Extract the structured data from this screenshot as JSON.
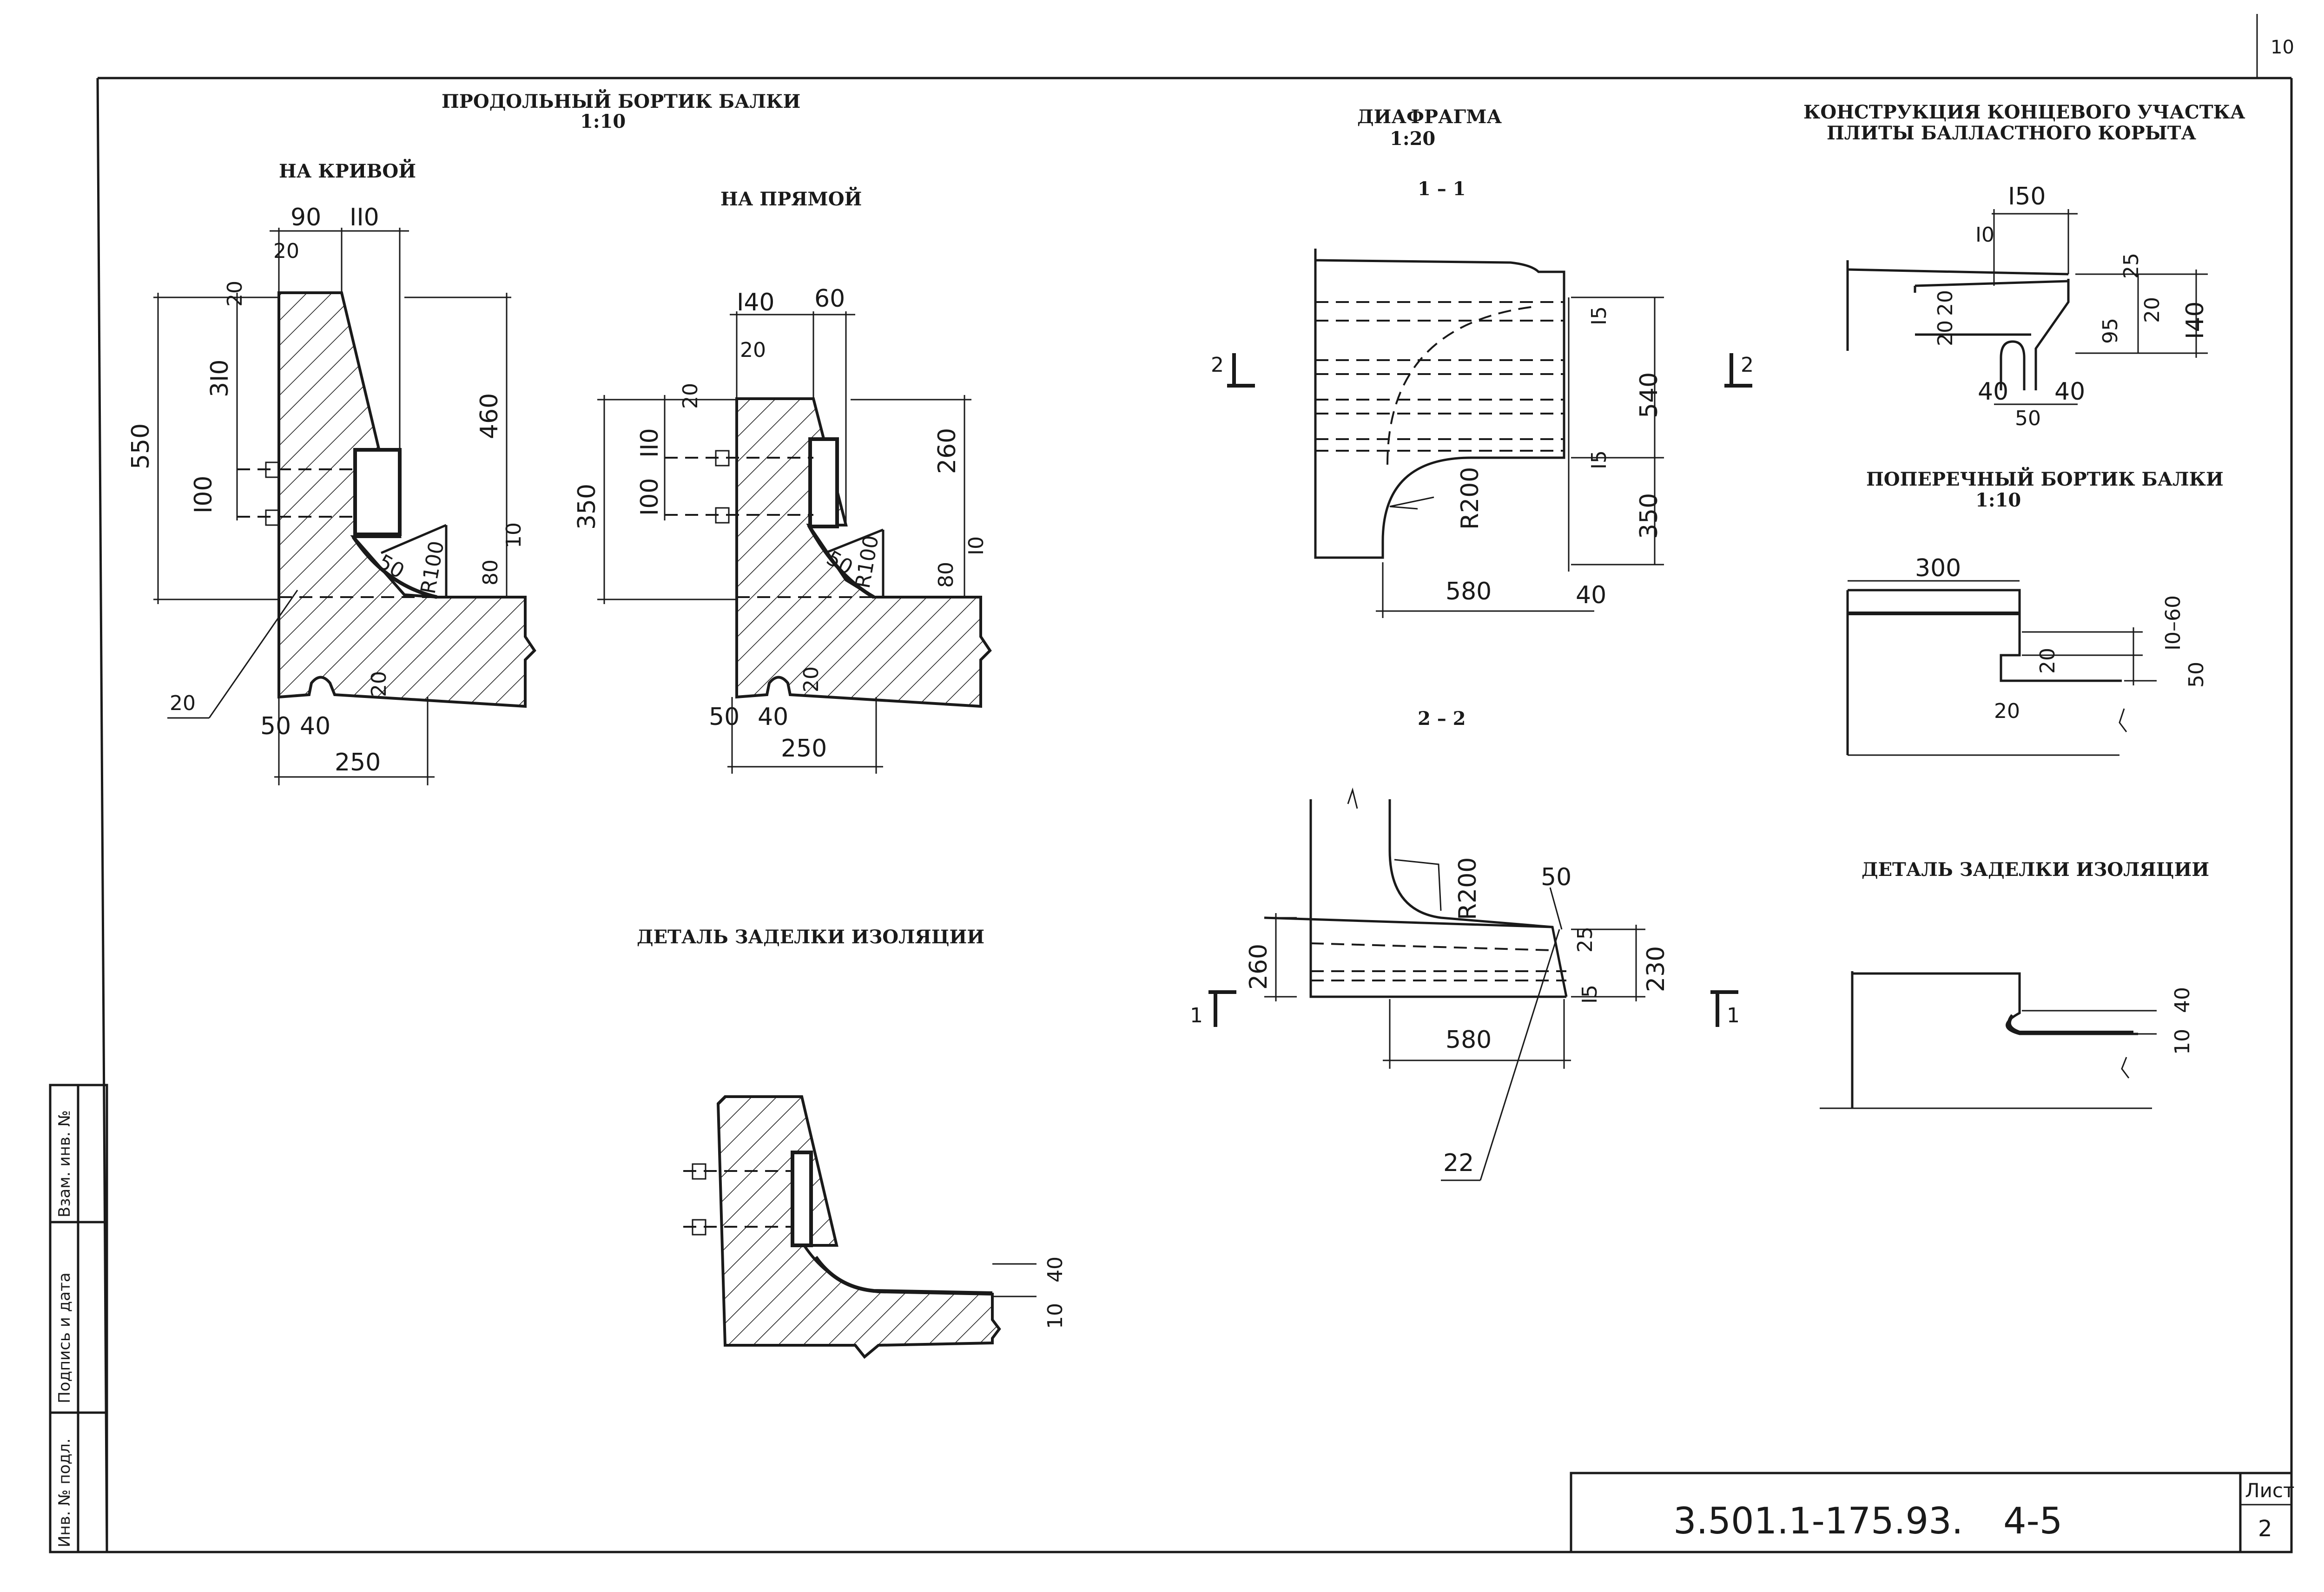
{
  "sheet": {
    "corner_number": "10",
    "doc_code": "3.501.1-175.93.",
    "doc_part": "4-5",
    "list_label": "Лист",
    "list_number": "2",
    "side_stamp": [
      "Инв. № подл.",
      "Подпись и дата",
      "Взам. инв. №"
    ]
  },
  "beam_side": {
    "title": "ПРОДОЛЬНЫЙ БОРТИК БАЛКИ",
    "scale": "1:10",
    "curve": {
      "title": "НА КРИВОЙ",
      "dims": [
        "90",
        "II0",
        "20",
        "20",
        "3I0",
        "550",
        "I00",
        "460",
        "10",
        "80",
        "50",
        "R100",
        "20",
        "20",
        "50",
        "40",
        "250"
      ]
    },
    "straight": {
      "title": "НА ПРЯМОЙ",
      "dims": [
        "I40",
        "60",
        "20",
        "20",
        "II0",
        "350",
        "I00",
        "260",
        "I0",
        "80",
        "50",
        "R100",
        "50",
        "40",
        "20",
        "250"
      ]
    }
  },
  "insulation_detail_1": {
    "title": "ДЕТАЛЬ ЗАДЕЛКИ ИЗОЛЯЦИИ",
    "dims": [
      "40",
      "10"
    ]
  },
  "diaphragm": {
    "title": "ДИАФРАГМА",
    "scale": "1:20",
    "section_11": {
      "label": "1 – 1",
      "dims": [
        "I5",
        "540",
        "I5",
        "350",
        "R200",
        "580",
        "40"
      ],
      "cut_marks": [
        "2",
        "2"
      ]
    },
    "section_22": {
      "label": "2 – 2",
      "dims": [
        "R200",
        "50",
        "25",
        "260",
        "230",
        "I5",
        "580",
        "22"
      ],
      "cut_marks": [
        "1",
        "1"
      ]
    }
  },
  "end_section": {
    "title_line1": "КОНСТРУКЦИЯ КОНЦЕВОГО УЧАСТКА",
    "title_line2": "ПЛИТЫ БАЛЛАСТНОГО КОРЫТА",
    "dims": [
      "I50",
      "I0",
      "25",
      "20",
      "20",
      "20",
      "95",
      "I40",
      "40",
      "40",
      "50"
    ]
  },
  "cross_side": {
    "title": "ПОПЕРЕЧНЫЙ БОРТИК БАЛКИ",
    "scale": "1:10",
    "dims": [
      "300",
      "I0–60",
      "20",
      "50",
      "20"
    ]
  },
  "insulation_detail_2": {
    "title": "ДЕТАЛЬ ЗАДЕЛКИ ИЗОЛЯЦИИ",
    "dims": [
      "40",
      "10"
    ]
  }
}
